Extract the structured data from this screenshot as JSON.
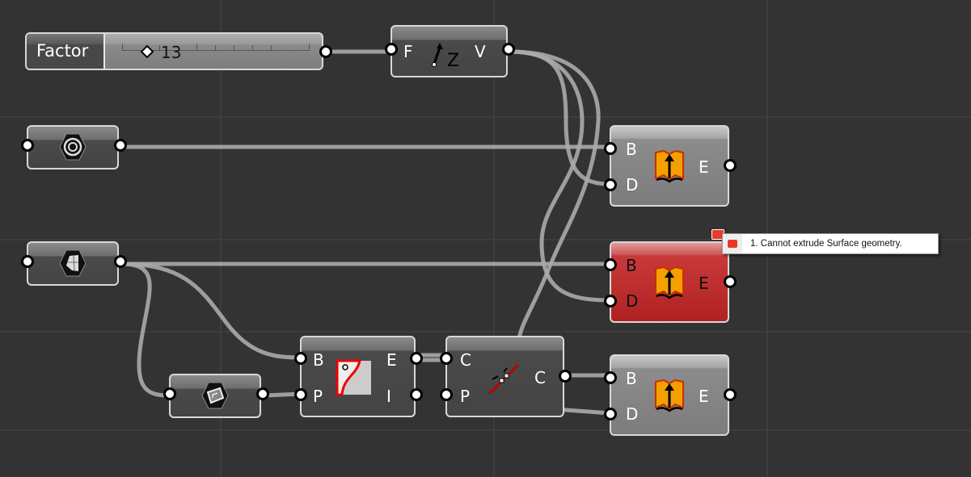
{
  "canvas": {
    "background": "#333333",
    "grid_color": "#3d3d3d"
  },
  "slider": {
    "label": "Factor",
    "value": "13",
    "min_tick_count": 11
  },
  "unit_z": {
    "inputs": [
      "F"
    ],
    "outputs": [
      "V"
    ],
    "icon": "unit-z-vector-icon"
  },
  "curve_param": {
    "icon": "curve-param-icon"
  },
  "surface_param": {
    "icon": "surface-param-icon"
  },
  "brep_param": {
    "icon": "brep-param-icon"
  },
  "brep_edges": {
    "inputs": [
      "B",
      "P"
    ],
    "outputs": [
      "E",
      "I"
    ],
    "icon": "brep-edges-icon"
  },
  "curve_closest": {
    "inputs": [
      "C",
      "P"
    ],
    "outputs": [
      "C"
    ],
    "icon": "join-curves-icon"
  },
  "extrude_nodes": [
    {
      "inputs": [
        "B",
        "D"
      ],
      "outputs": [
        "E"
      ],
      "state": "normal"
    },
    {
      "inputs": [
        "B",
        "D"
      ],
      "outputs": [
        "E"
      ],
      "state": "error"
    },
    {
      "inputs": [
        "B",
        "D"
      ],
      "outputs": [
        "E"
      ],
      "state": "normal"
    }
  ],
  "error_tooltip": {
    "message": "1. Cannot extrude Surface geometry."
  },
  "colors": {
    "error_red": "#c03030",
    "extrude_orange": "#f5a000",
    "wire": "#b0b0b0"
  }
}
